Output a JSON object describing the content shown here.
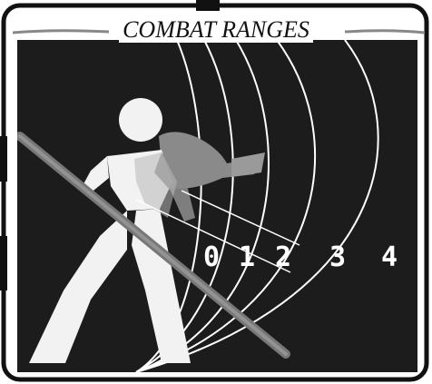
{
  "title": "COMBAT RANGES",
  "range_labels": [
    "0",
    "1",
    "2",
    "3",
    "4"
  ],
  "colors": {
    "frame": "#111111",
    "panel_background": "#1c1c1c",
    "figure_light": "#f2f2f2",
    "figure_gray": "#8a8a8a",
    "arc_line": "#ffffff",
    "page": "#ffffff"
  },
  "icons": {
    "main_figure": "fighter-silhouette",
    "opponent_leg": "kick-leg",
    "weapon": "staff"
  }
}
